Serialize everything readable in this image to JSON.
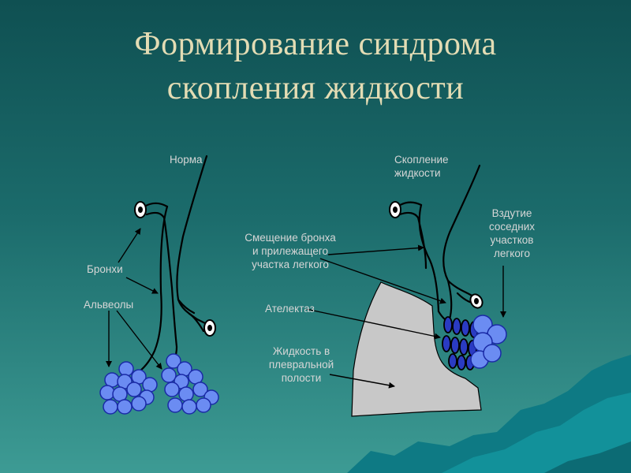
{
  "slide": {
    "title_line1": "Формирование синдрома",
    "title_line2": "скопления жидкости"
  },
  "labels": {
    "norm": "Норма",
    "fluid_accumulation_1": "Скопление",
    "fluid_accumulation_2": "жидкости",
    "bronchi": "Бронхи",
    "alveoli": "Альвеолы",
    "displacement_1": "Смещение бронха",
    "displacement_2": "и прилежащего",
    "displacement_3": "участка легкого",
    "atelectasis": "Ателектаз",
    "pleural_fluid_1": "Жидкость в",
    "pleural_fluid_2": "плевральной",
    "pleural_fluid_3": "полости",
    "swelling_1": "Вздутие",
    "swelling_2": "соседних",
    "swelling_3": "участков",
    "swelling_4": "легкого"
  },
  "colors": {
    "title": "#e3dcb4",
    "label": "#d6d6d6",
    "alveolus_fill": "#6b8cf2",
    "alveolus_dark": "#1a2aa6",
    "fluid": "#c8c8c8",
    "mountains": "#0f7f88"
  }
}
